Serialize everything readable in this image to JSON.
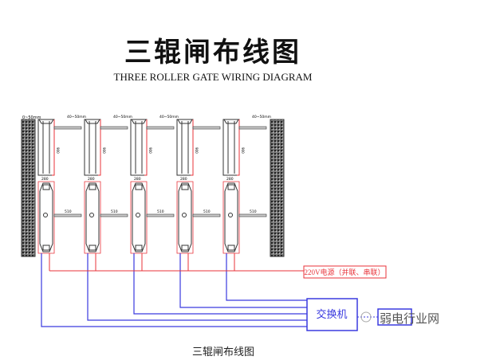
{
  "title": "三辊闸布线图",
  "subtitle": "THREE ROLLER GATE WIRING DIAGRAM",
  "caption": "三辊闸布线图",
  "dims": {
    "wall_gap": "0~50mm",
    "gap": "40~50mm",
    "height": "900",
    "width": "280",
    "arm": "510"
  },
  "power_label": "220V电源（并联、串联）",
  "switch_label": "交换机",
  "watermark": "弱电行业网",
  "colors": {
    "power": "#e8333a",
    "network": "#3a3adf"
  }
}
